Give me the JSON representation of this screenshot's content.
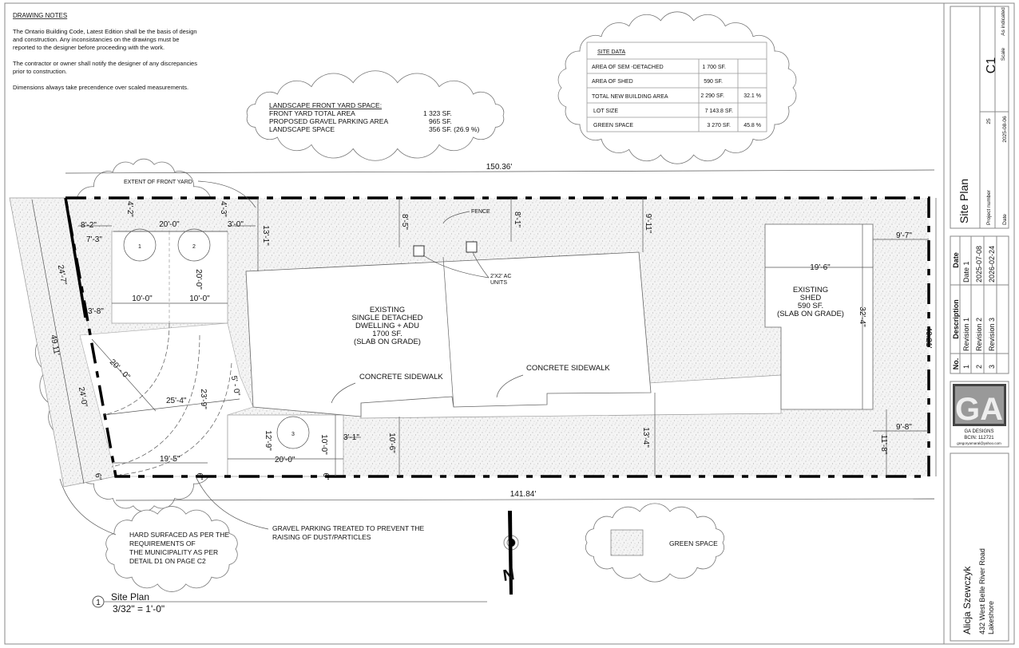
{
  "notes": {
    "title": "DRAWING NOTES",
    "lines": [
      "The Ontario Building Code, Latest Edition shall be the basis of design",
      "and construction. Any inconsistancies on the drawings must be",
      "reported to the designer before proceeding with the work.",
      "The contractor or owner shall notify the designer of any discrepancies",
      "prior to construction.",
      "Dimensions always take precendence over scaled measurements."
    ]
  },
  "landscape": {
    "title": "LANDSCAPE FRONT YARD SPACE:",
    "rows": [
      {
        "label": "FRONT YARD TOTAL AREA",
        "value": "1 323 SF."
      },
      {
        "label": "PROPOSED GRAVEL PARKING AREA",
        "value": "965 SF."
      },
      {
        "label": "LANDSCAPE SPACE",
        "value": "356 SF. (26.9 %)"
      }
    ]
  },
  "site_data": {
    "title": "SITE DATA",
    "rows": [
      {
        "label": "AREA OF SEM -DETACHED",
        "value": "1 700 SF.",
        "pct": ""
      },
      {
        "label": "AREA OF SHED",
        "value": "590 SF.",
        "pct": ""
      },
      {
        "label": "TOTAL NEW BUILDING AREA",
        "value": "2 290 SF.",
        "pct": "32.1 %"
      },
      {
        "label": "LOT SIZE",
        "value": "7 143.8 SF.",
        "pct": ""
      },
      {
        "label": "GREEN SPACE",
        "value": "3 270 SF.",
        "pct": "45.8 %"
      }
    ]
  },
  "plan": {
    "dims": {
      "top": "150.36'",
      "bottom": "141.84'",
      "right": "49.21'",
      "left": "49.11'",
      "d_8_2": "8'-2\"",
      "d_7_3": "7'-3\"",
      "d_4_2": "4'-2\"",
      "d_4_3": "4'-3\"",
      "d_20_0a": "20'-0\"",
      "d_3_0": "3'-0\"",
      "d_24_7": "24'-7\"",
      "d_20_0v": "20'-0\"",
      "d_10_0a": "10'-0\"",
      "d_10_0b": "10'-0\"",
      "d_3_8": "3'-8\"",
      "d_13_1": "13'-1\"",
      "d_8_5": "8'-5\"",
      "d_8_1": "8'-1\"",
      "d_9_11": "9'-11\"",
      "d_9_7": "9'-7\"",
      "d_19_6": "19'-6\"",
      "d_32_4": "32'-4\"",
      "d_9_8": "9'-8\"",
      "d_11_8": "11'-8\"",
      "d_20_0r": "20' - 0\"",
      "d_25_4": "25'-4\"",
      "d_23_9": "23'-9\"",
      "d_5_0": "5' - 0\"",
      "d_24_0": "24'-0\"",
      "d_19_5": "19'-5\"",
      "d_6a": "6\"",
      "d_6b": "6\"",
      "d_6c": "6\"",
      "d_12_9": "12'-9\"",
      "d_20_0c": "20'-0\"",
      "d_10_0c": "10'-0\"",
      "d_3_1": "3'-1\"",
      "d_10_6": "10'-6\"",
      "d_13_4": "13'-4\""
    },
    "spaces": [
      "1",
      "2",
      "3"
    ],
    "extent_front_yard": "EXTENT OF FRONT YARD",
    "fence": "FENCE",
    "ac_units": [
      "2'X2' AC",
      "UNITS"
    ],
    "house": [
      "EXISTING",
      "SINGLE DETACHED",
      "DWELLING + ADU",
      "1700 SF.",
      "(SLAB ON GRADE)"
    ],
    "shed": [
      "EXISTING",
      "SHED",
      "590 SF.",
      "(SLAB ON GRADE)"
    ],
    "sidewalk1": "CONCRETE SIDEWALK",
    "sidewalk2": "CONCRETE SIDEWALK",
    "hard_surfaced": [
      "HARD SURFACED AS PER THE",
      "REQUIREMENTS OF",
      "THE MUNICIPALITY AS PER",
      "DETAIL D1 ON PAGE C2"
    ],
    "gravel_note": [
      "GRAVEL PARKING TREATED TO PREVENT THE",
      "RAISING OF DUST/PARTICLES"
    ],
    "green_space": "GREEN SPACE",
    "north": "N"
  },
  "view_title": {
    "number": "1",
    "name": "Site Plan",
    "scale": "3/32\" = 1'-0\""
  },
  "title_block": {
    "sheet": "C1",
    "scale_label": "Scale",
    "scale_value": "As indicated",
    "sheet_name": "Site Plan",
    "project_number_label": "Project number",
    "project_number": "25",
    "date_label": "Date",
    "date": "2025-08-06",
    "revisions_header": {
      "no": "No.",
      "description": "Description",
      "date": "Date"
    },
    "revisions": [
      {
        "no": "1",
        "description": "Revision 1",
        "date": "Date 1"
      },
      {
        "no": "2",
        "description": "Revision 2",
        "date": "2025-07-08"
      },
      {
        "no": "3",
        "description": "Revision 3",
        "date": "2026-02-24"
      }
    ],
    "logo": "GA",
    "firm": "GA DESIGNS",
    "bcin": "BCIN: 112721",
    "email": "gregoryamaral@yahoo.com",
    "client": "Alicja Szewczyk",
    "address1": "432 West Belle River Road",
    "address2": "Lakeshore"
  }
}
